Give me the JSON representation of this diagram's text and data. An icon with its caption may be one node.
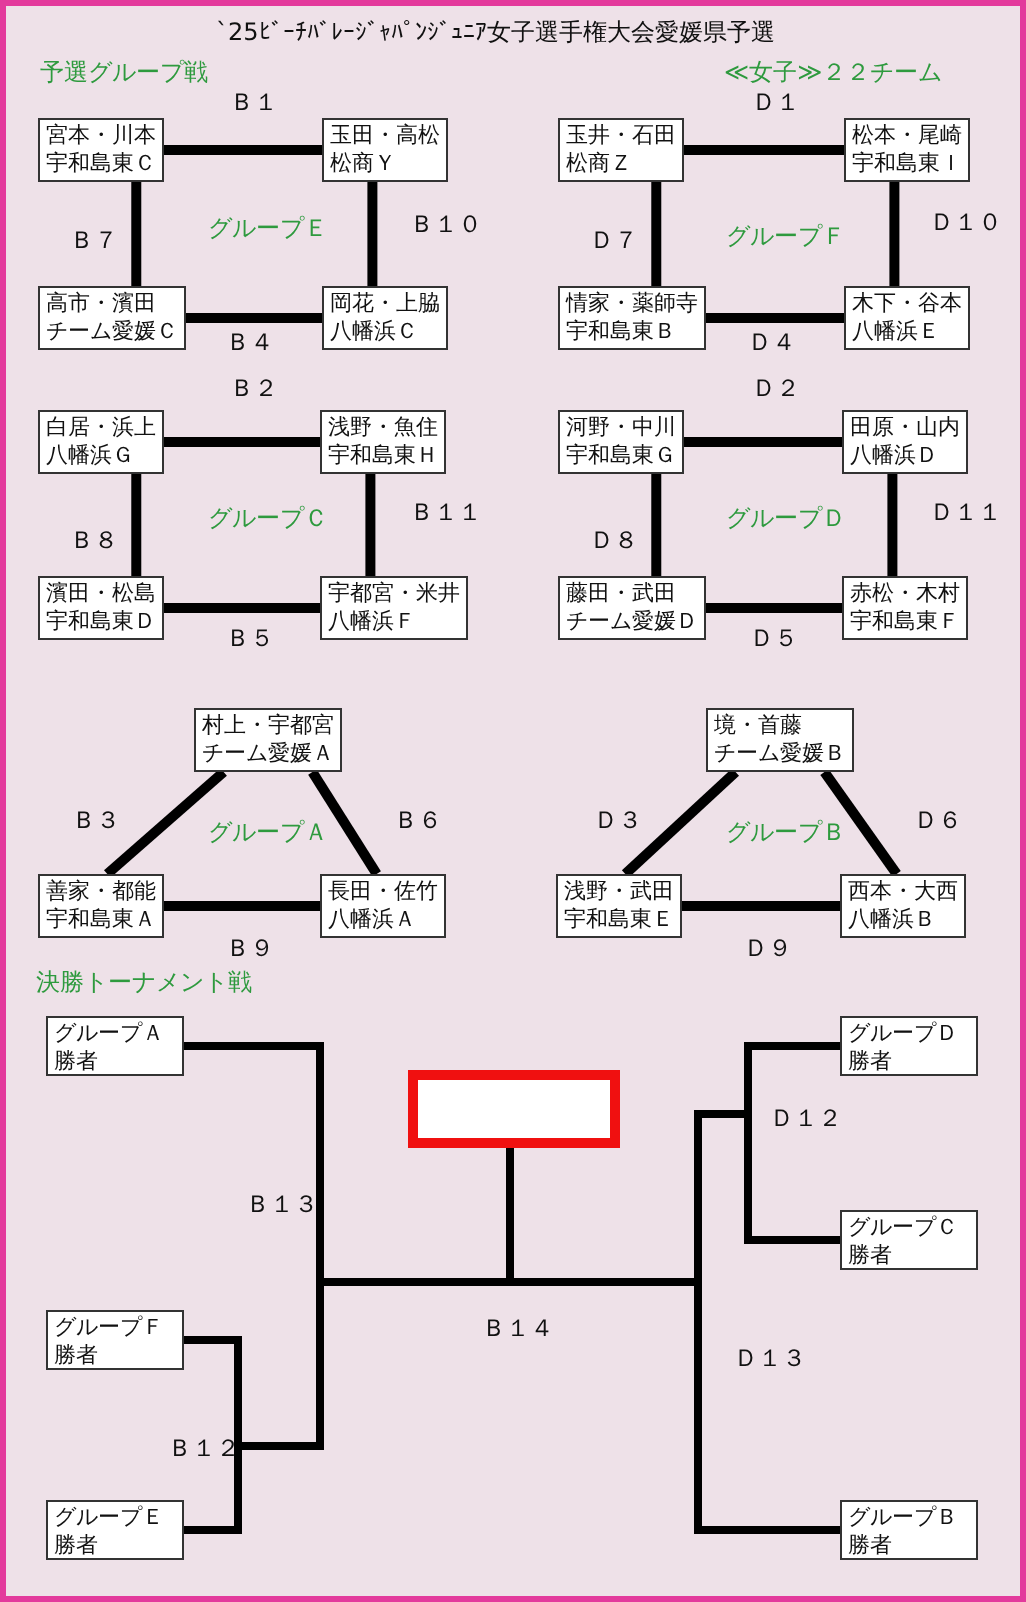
{
  "diagram": {
    "title": "`25ﾋﾞｰﾁﾊﾞﾚｰｼﾞｬﾊﾟﾝｼﾞｭﾆｱ女子選手権大会愛媛県予選",
    "nodes": [
      {
        "text": [
          "宮本・川本",
          "宇和島東Ｃ"
        ]
      },
      {
        "text": [
          "玉田・高松",
          "松商Ｙ"
        ]
      },
      {
        "text": [
          "高市・濱田",
          "チーム愛媛Ｃ"
        ]
      },
      {
        "text": [
          "岡花・上脇",
          "八幡浜Ｃ"
        ]
      },
      {
        "text": [
          "玉井・石田",
          "松商Ｚ"
        ]
      },
      {
        "text": [
          "松本・尾崎",
          "宇和島東Ｉ"
        ]
      },
      {
        "text": [
          "情家・薬師寺",
          "宇和島東Ｂ"
        ]
      },
      {
        "text": [
          "木下・谷本",
          "八幡浜Ｅ"
        ]
      },
      {
        "text": [
          "白居・浜上",
          "八幡浜Ｇ"
        ]
      },
      {
        "text": [
          "浅野・魚住",
          "宇和島東Ｈ"
        ]
      },
      {
        "text": [
          "濱田・松島",
          "宇和島東Ｄ"
        ]
      },
      {
        "text": [
          "宇都宮・米井",
          "八幡浜Ｆ"
        ]
      },
      {
        "text": [
          "河野・中川",
          "宇和島東Ｇ"
        ]
      },
      {
        "text": [
          "田原・山内",
          "八幡浜Ｄ"
        ]
      },
      {
        "text": [
          "藤田・武田",
          "チーム愛媛Ｄ"
        ]
      },
      {
        "text": [
          "赤松・木村",
          "宇和島東Ｆ"
        ]
      },
      {
        "text": [
          "村上・宇都宮",
          "チーム愛媛Ａ"
        ]
      },
      {
        "text": [
          "善家・都能",
          "宇和島東Ａ"
        ]
      },
      {
        "text": [
          "長田・佐竹",
          "八幡浜Ａ"
        ]
      },
      {
        "text": [
          "境・首藤",
          "チーム愛媛Ｂ"
        ]
      },
      {
        "text": [
          "浅野・武田",
          "宇和島東Ｅ"
        ]
      },
      {
        "text": [
          "西本・大西",
          "八幡浜Ｂ"
        ]
      },
      {
        "text": [
          "グループＡ",
          "勝者"
        ]
      },
      {
        "text": [
          "グループＤ",
          "勝者"
        ]
      },
      {
        "text": [],
        "shape": "box"
      },
      {
        "text": [
          "グループＣ",
          "勝者"
        ]
      },
      {
        "text": [
          "グループＦ",
          "勝者"
        ]
      },
      {
        "text": [
          "グループＥ",
          "勝者"
        ]
      },
      {
        "text": [
          "グループＢ",
          "勝者"
        ]
      }
    ],
    "edges": [
      {
        "from": 0,
        "to": 1,
        "arrow": "none",
        "label": "Ｂ１"
      },
      {
        "from": 0,
        "to": 2,
        "arrow": "none",
        "label": "Ｂ７"
      },
      {
        "from": 1,
        "to": 3,
        "arrow": "none",
        "label": "Ｂ１０"
      },
      {
        "from": 2,
        "to": 3,
        "arrow": "none",
        "label": "Ｂ４"
      },
      {
        "from": 4,
        "to": 5,
        "arrow": "none",
        "label": "Ｄ１"
      },
      {
        "from": 4,
        "to": 6,
        "arrow": "none",
        "label": "Ｄ７"
      },
      {
        "from": 5,
        "to": 7,
        "arrow": "none",
        "label": "Ｄ１０"
      },
      {
        "from": 6,
        "to": 7,
        "arrow": "none",
        "label": "Ｄ４"
      },
      {
        "from": 8,
        "to": 9,
        "arrow": "none",
        "label": "Ｂ２"
      },
      {
        "from": 8,
        "to": 10,
        "arrow": "none",
        "label": "Ｂ８"
      },
      {
        "from": 9,
        "to": 11,
        "arrow": "none",
        "label": "Ｂ１１"
      },
      {
        "from": 10,
        "to": 11,
        "arrow": "none",
        "label": "Ｂ５"
      },
      {
        "from": 12,
        "to": 13,
        "arrow": "none",
        "label": "Ｄ２"
      },
      {
        "from": 12,
        "to": 14,
        "arrow": "none",
        "label": "Ｄ８"
      },
      {
        "from": 13,
        "to": 15,
        "arrow": "none",
        "label": "Ｄ１１"
      },
      {
        "from": 14,
        "to": 15,
        "arrow": "none",
        "label": "Ｄ５"
      },
      {
        "from": 16,
        "to": 17,
        "arrow": "none",
        "label": "Ｂ３"
      },
      {
        "from": 16,
        "to": 18,
        "arrow": "none",
        "label": "Ｂ６"
      },
      {
        "from": 17,
        "to": 18,
        "arrow": "none",
        "label": "Ｂ９"
      },
      {
        "from": 19,
        "to": 20,
        "arrow": "none",
        "label": "Ｄ３"
      },
      {
        "from": 19,
        "to": 21,
        "arrow": "none",
        "label": "Ｄ６"
      },
      {
        "from": 20,
        "to": 21,
        "arrow": "none",
        "label": "Ｄ９"
      },
      {
        "from": 22,
        "to": 24,
        "arrow": "none"
      },
      {
        "from": 26,
        "to": 24,
        "arrow": "none"
      },
      {
        "from": 27,
        "to": 24,
        "arrow": "none"
      },
      {
        "from": 23,
        "to": 24,
        "arrow": "none"
      },
      {
        "from": 25,
        "to": 24,
        "arrow": "none"
      },
      {
        "from": 28,
        "to": 24,
        "arrow": "none"
      }
    ],
    "labels": [
      "予選グループ戦",
      "≪女子≫２２チーム",
      "グループＥ",
      "グループＦ",
      "グループＣ",
      "グループＤ",
      "グループＡ",
      "グループＢ",
      "決勝トーナメント戦",
      "Ｄ１２",
      "Ｂ１３",
      "Ｂ１４",
      "Ｄ１３",
      "Ｂ１２"
    ]
  }
}
